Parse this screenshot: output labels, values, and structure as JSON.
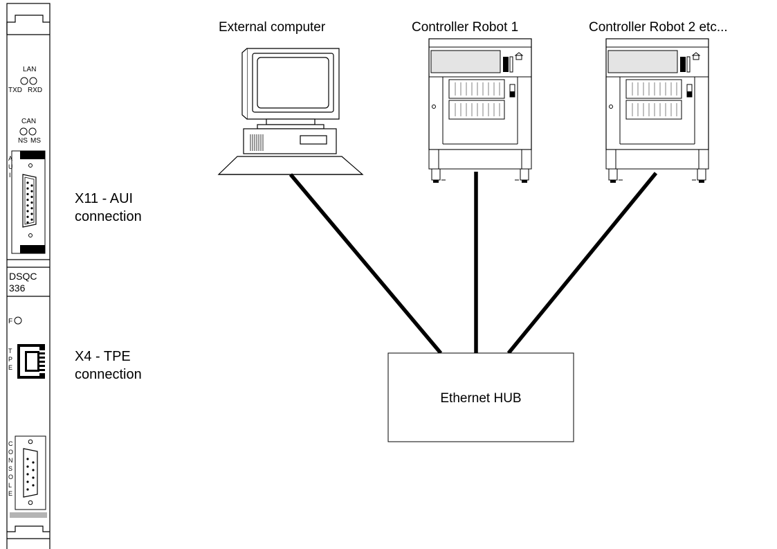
{
  "module": {
    "lan_label": "LAN",
    "lan_txd": "TXD",
    "lan_rxd": "RXD",
    "can_label": "CAN",
    "can_ns": "NS",
    "can_ms": "MS",
    "aui_side": "AUI",
    "model_line1": "DSQC",
    "model_line2": "336",
    "f_label": "F",
    "tpe_side": "TPE",
    "console_side": "CONSOLE"
  },
  "callouts": {
    "x11_line1": "X11 - AUI",
    "x11_line2": "connection",
    "x4_line1": "X4 - TPE",
    "x4_line2": "connection"
  },
  "nodes": {
    "pc_label": "External computer",
    "robot1_label": "Controller Robot 1",
    "robot2_label": "Controller Robot 2 etc...",
    "hub_label": "Ethernet HUB"
  }
}
